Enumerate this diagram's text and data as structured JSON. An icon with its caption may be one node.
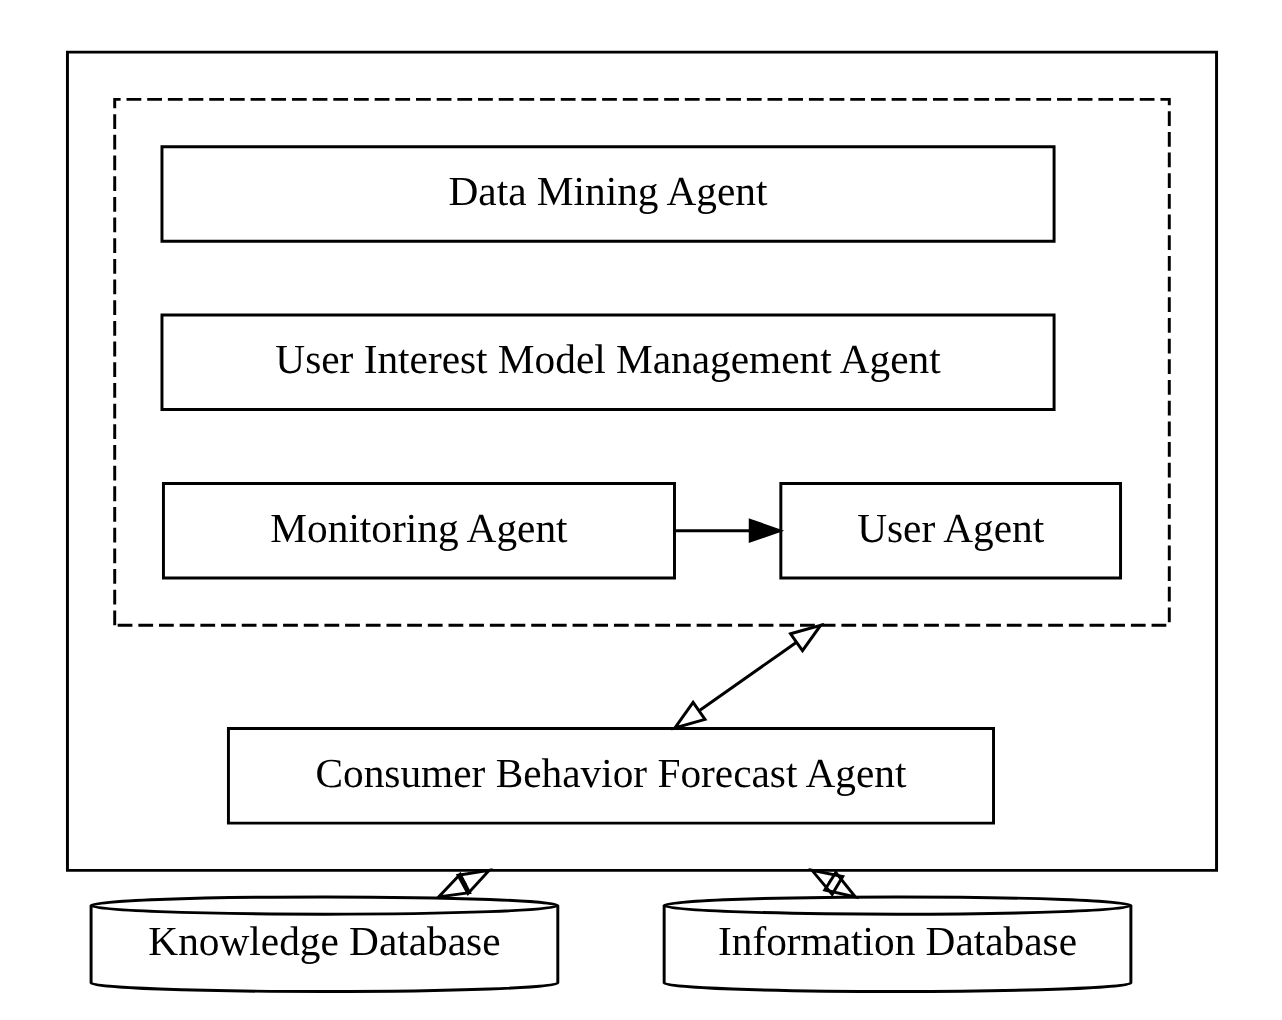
{
  "diagram": {
    "nodes": [
      {
        "text": [],
        "shape": "box"
      },
      {
        "text": [],
        "shape": "box",
        "in": 0
      },
      {
        "text": [
          "Data Mining Agent"
        ],
        "in": 1
      },
      {
        "text": [
          "User Interest Model Management Agent"
        ],
        "in": 1
      },
      {
        "text": [
          "Monitoring Agent"
        ],
        "in": 1
      },
      {
        "text": [
          "User Agent"
        ],
        "in": 1
      },
      {
        "text": [
          "Consumer Behavior Forecast Agent"
        ],
        "in": 0
      },
      {
        "text": [
          "Knowledge Database"
        ]
      },
      {
        "text": [
          "Information Database"
        ]
      }
    ],
    "edges": [
      {
        "from": 4,
        "to": 5,
        "arrow": "to"
      },
      {
        "from": 1,
        "to": 6,
        "arrow": "both"
      },
      {
        "from": 0,
        "to": 7,
        "arrow": "both"
      },
      {
        "from": 0,
        "to": 8,
        "arrow": "both"
      }
    ]
  }
}
